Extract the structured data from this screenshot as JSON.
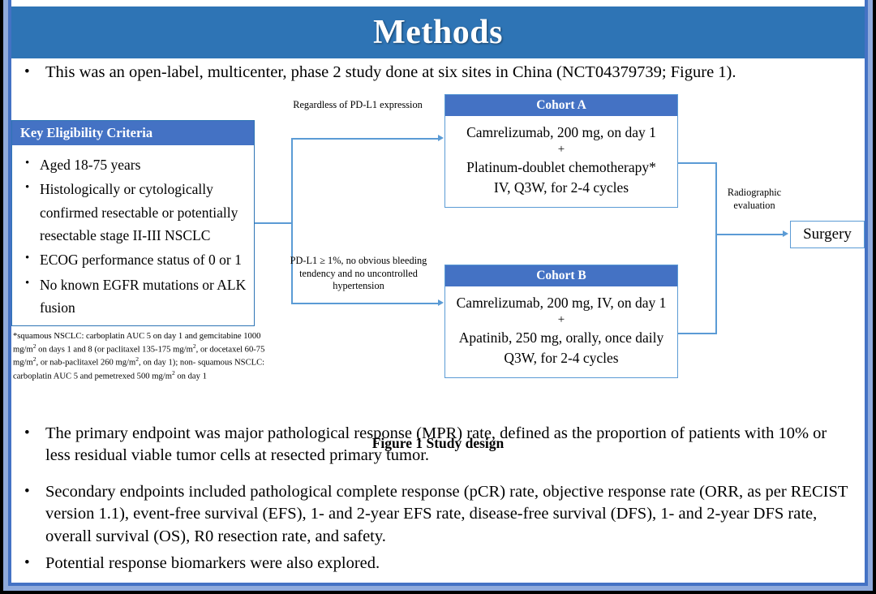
{
  "slide": {
    "title": "Methods",
    "accent_banner_color": "#2E74B5",
    "box_header_color": "#4472C4",
    "connector_color": "#5B9BD5"
  },
  "intro_bullet": {
    "marker": "•",
    "text": "This was an open-label, multicenter, phase 2 study done at six sites in China (NCT04379739; Figure 1)."
  },
  "figure": {
    "caption": "Figure 1 Study design",
    "eligibility": {
      "header": "Key  Eligibility Criteria",
      "items": [
        "Aged 18-75 years",
        "Histologically or cytologically confirmed resectable or potentially resectable stage II-III  NSCLC",
        "ECOG performance status of 0 or 1",
        "No known EGFR mutations or ALK fusion"
      ]
    },
    "footnote": {
      "line1_a": "*squamous NSCLC: carboplatin AUC 5 on day 1 and gemcitabine 1000 mg/m",
      "line1_sup": "2",
      "line1_b": " on days 1 and 8 (or",
      "line2_a": "paclitaxel 135-175  mg/m",
      "line2_sup1": "2",
      "line2_b": ", or docetaxel 60-75 mg/m",
      "line2_sup2": "2",
      "line2_c": ", or nab-paclitaxel 260 mg/m",
      "line2_sup3": "2",
      "line2_d": ", on day 1); non-",
      "line3_a": "squamous NSCLC: carboplatin AUC 5 and pemetrexed 500 mg/m",
      "line3_sup": "2",
      "line3_b": " on day 1"
    },
    "annotation_top": "Regardless  of PD-L1 expression",
    "annotation_bottom": "PD-L1 ≥ 1%, no obvious bleeding tendency  and no uncontrolled  hypertension",
    "annotation_radiographic": "Radiographic evaluation",
    "cohort_a": {
      "header": "Cohort A",
      "line1": "Camrelizumab, 200 mg, on day 1",
      "plus": "+",
      "line2": "Platinum-doublet chemotherapy*",
      "line3": "IV, Q3W, for 2-4 cycles"
    },
    "cohort_b": {
      "header": "Cohort B",
      "line1": "Camrelizumab, 200 mg, IV, on day 1",
      "plus": "+",
      "line2": "Apatinib, 250 mg, orally, once daily",
      "line3": "Q3W, for 2-4 cycles"
    },
    "surgery": "Surgery"
  },
  "body_bullets": [
    {
      "marker": "•",
      "text": "The primary endpoint was major pathological response (MPR) rate, defined as the proportion of patients with 10% or less residual viable tumor cells at resected primary tumor."
    },
    {
      "marker": "•",
      "text": "Secondary endpoints included pathological complete response (pCR) rate, objective response rate (ORR, as per RECIST version 1.1), event-free survival (EFS), 1- and 2-year EFS rate, disease-free survival (DFS), 1- and 2-year DFS rate, overall survival (OS), R0 resection rate, and safety."
    },
    {
      "marker": "•",
      "text": "Potential response biomarkers were also explored."
    }
  ]
}
